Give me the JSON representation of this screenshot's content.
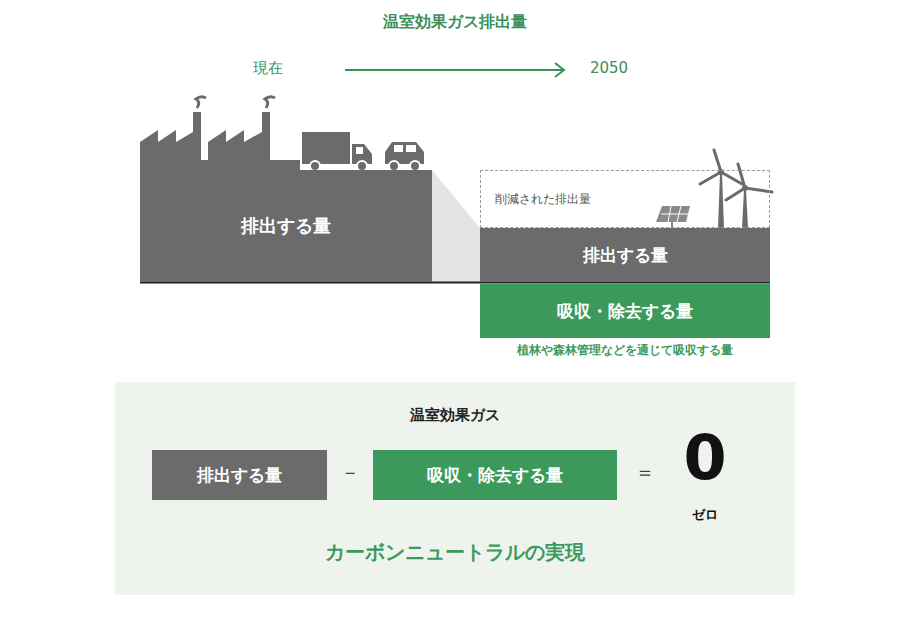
{
  "diagram": {
    "title": "温室効果ガス排出量",
    "nodes": [
      {
        "text": [
          "排出する量"
        ]
      },
      {
        "text": [
          "削減された排出量"
        ]
      },
      {
        "text": [
          "排出する量"
        ]
      },
      {
        "text": [
          "吸収・除去する量"
        ]
      },
      {
        "text": [
          "温室効果ガス",
          "カーボンニュートラルの実現"
        ]
      },
      {
        "text": [
          "排出する量"
        ],
        "in": 4
      },
      {
        "text": [
          "吸収・除去する量"
        ],
        "in": 4
      }
    ],
    "labels": [
      "現在",
      "2050",
      "植林や森林管理などを通じて吸収する量",
      "－",
      "＝",
      "0",
      "ゼロ"
    ]
  }
}
